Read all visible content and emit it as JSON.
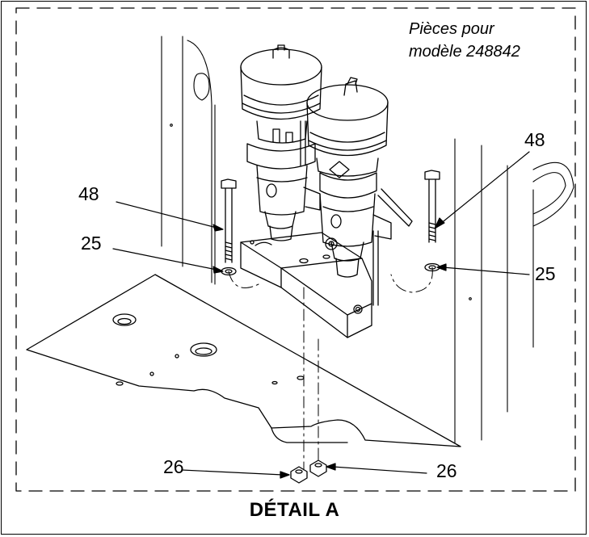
{
  "caption": {
    "line1": "Pièces pour",
    "line2": "modèle 248842"
  },
  "callouts": {
    "washer_left": "25",
    "washer_right": "25",
    "bolt_left": "48",
    "bolt_right": "48",
    "nut_left": "26",
    "nut_right": "26"
  },
  "title": "DÉTAIL A"
}
